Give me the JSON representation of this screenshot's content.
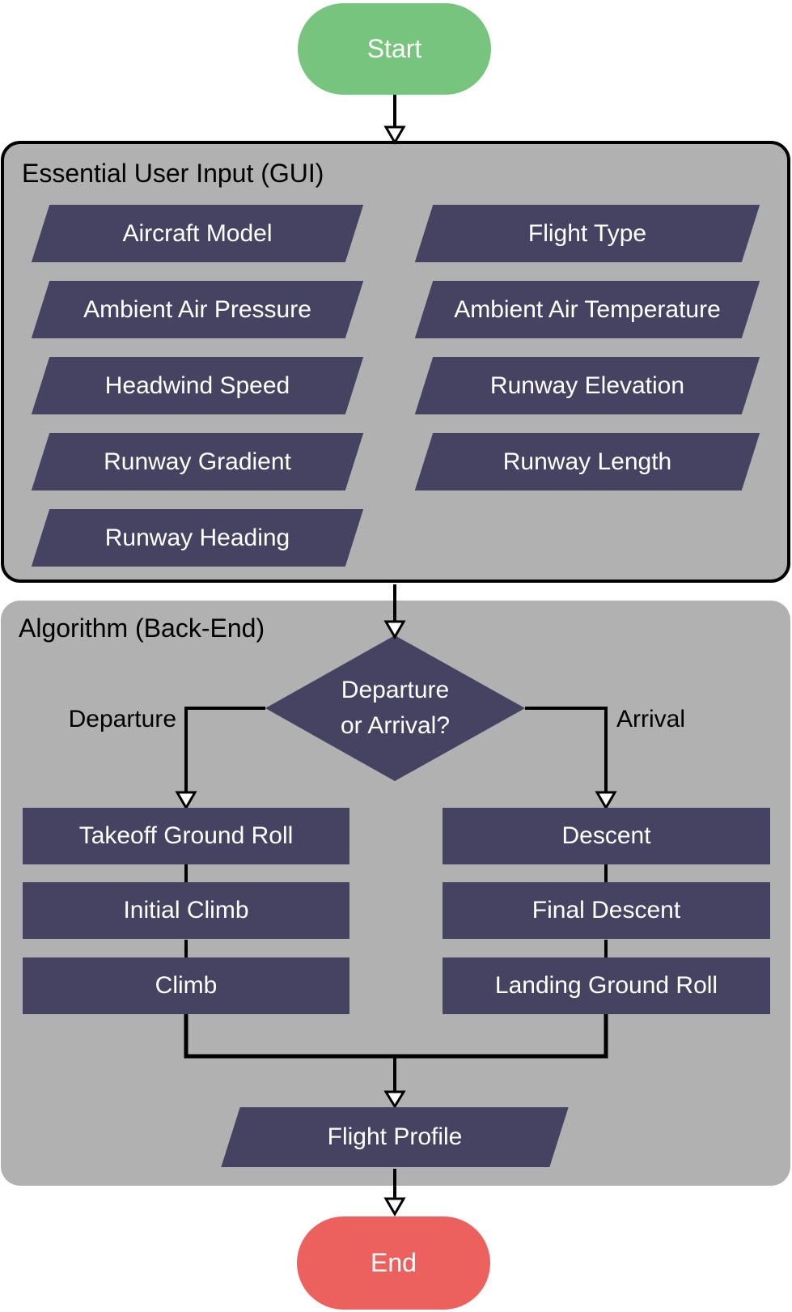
{
  "colors": {
    "panel_gray": "#b2b1b2",
    "node_purple": "#464262",
    "start_green": "#76c47d",
    "end_red": "#ec615e",
    "connector_black": "#000000",
    "node_text_white": "#ffffff",
    "title_text_black": "#000000"
  },
  "nodes": {
    "start": "Start",
    "end": "End"
  },
  "panels": {
    "input": {
      "title": "Essential User Input (GUI)",
      "left_items": [
        "Aircraft Model",
        "Ambient Air Pressure",
        "Headwind Speed",
        "Runway Gradient",
        "Runway Heading"
      ],
      "right_items": [
        "Flight Type",
        "Ambient Air Temperature",
        "Runway Elevation",
        "Runway Length"
      ]
    },
    "algorithm": {
      "title": "Algorithm (Back-End)",
      "decision": {
        "line1": "Departure",
        "line2": "or Arrival?"
      },
      "branch_labels": {
        "left": "Departure",
        "right": "Arrival"
      },
      "left_steps": [
        "Takeoff Ground Roll",
        "Initial Climb",
        "Climb"
      ],
      "right_steps": [
        "Descent",
        "Final Descent",
        "Landing Ground Roll"
      ],
      "output": "Flight Profile"
    }
  }
}
